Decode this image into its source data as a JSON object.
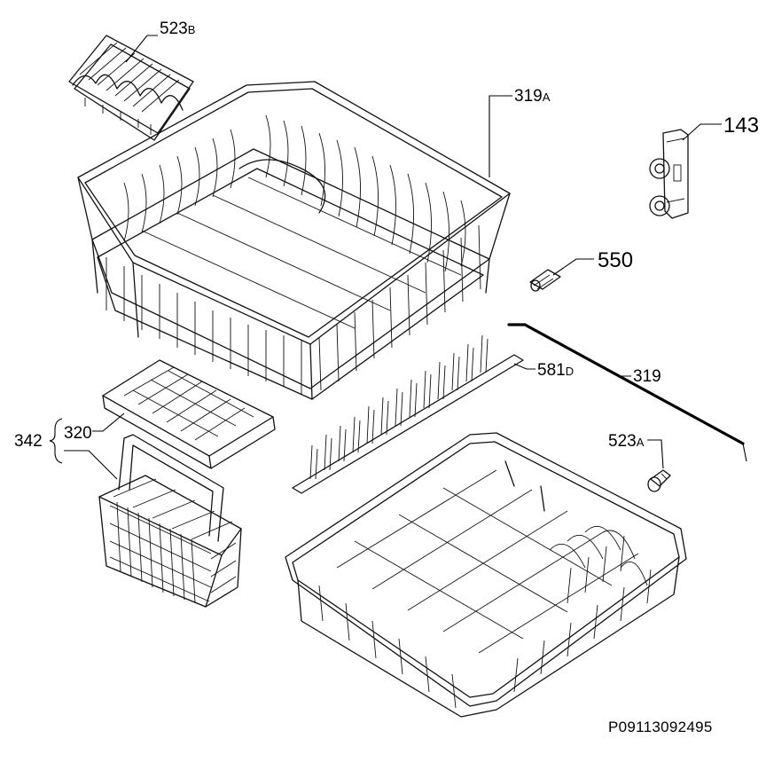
{
  "diagram": {
    "part_labels": {
      "p523b": {
        "main": "523",
        "suffix": "B"
      },
      "p319a": {
        "main": "319",
        "suffix": "A"
      },
      "p143": {
        "main": "143"
      },
      "p550": {
        "main": "550"
      },
      "p581d": {
        "main": "581",
        "suffix": "D"
      },
      "p319": {
        "main": "319"
      },
      "p342": {
        "main": "342"
      },
      "p320": {
        "main": "320"
      },
      "p523a": {
        "main": "523",
        "suffix": "A"
      }
    },
    "reference_code": "P09113092495"
  }
}
